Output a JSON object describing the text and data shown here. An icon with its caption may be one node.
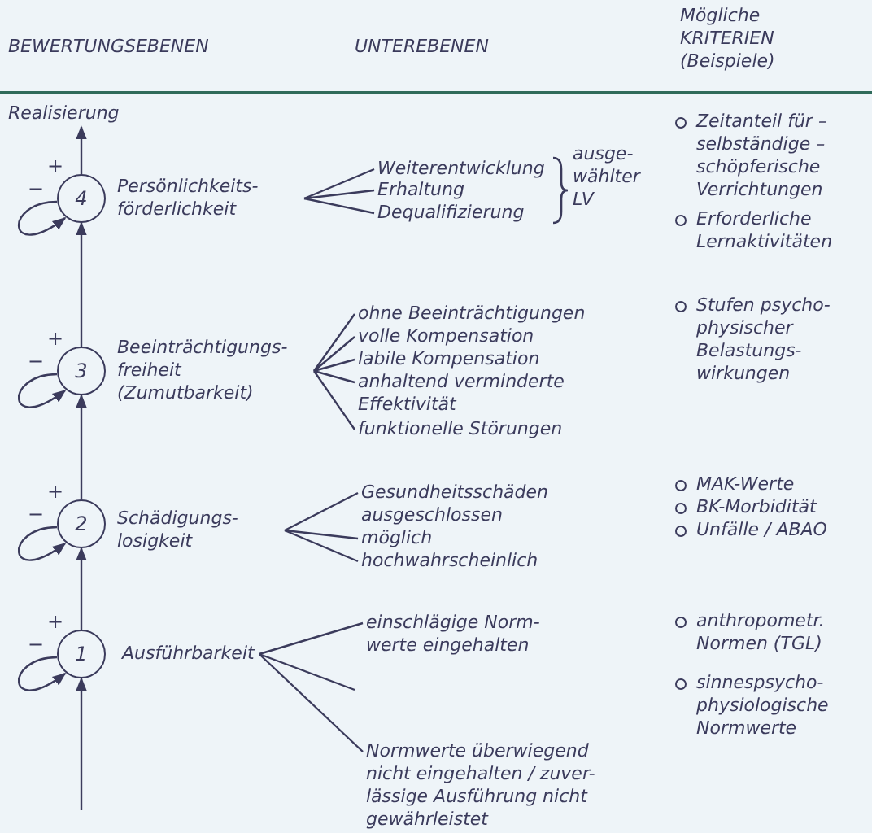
{
  "diagram": {
    "nodes": [
      {
        "text": [
          "Realisierung"
        ]
      },
      {
        "text": [
          "4"
        ]
      },
      {
        "text": [
          "Persönlichkeits- förderlichkeit"
        ]
      },
      {
        "text": [
          "Weiterentwicklung"
        ]
      },
      {
        "text": [
          "Erhaltung"
        ]
      },
      {
        "text": [
          "Dequalifizierung"
        ]
      },
      {
        "text": [
          "3"
        ]
      },
      {
        "text": [
          "Beeinträchtigungs- freiheit (Zumutbarkeit)"
        ]
      },
      {
        "text": [
          "ohne Beeinträchtigungen"
        ]
      },
      {
        "text": [
          "volle Kompensation"
        ]
      },
      {
        "text": [
          "labile Kompensation"
        ]
      },
      {
        "text": [
          "anhaltend verminderte Effektivität"
        ]
      },
      {
        "text": [
          "funktionelle Störungen"
        ]
      },
      {
        "text": [
          "2"
        ]
      },
      {
        "text": [
          "Schädigungs- losigkeit"
        ]
      },
      {
        "text": [
          "Gesundheitsschäden ausgeschlossen"
        ]
      },
      {
        "text": [
          "möglich"
        ]
      },
      {
        "text": [
          "hochwahrscheinlich"
        ]
      },
      {
        "text": [
          "1"
        ]
      },
      {
        "text": [
          "Ausführbarkeit"
        ]
      },
      {
        "text": [
          "einschlägige Norm- werte eingehalten"
        ]
      },
      {
        "text": [
          "Normwerte überwiegend nicht eingehalten / zuver- lässige Ausführung nicht gewährleistet"
        ]
      }
    ],
    "edges": [
      {
        "from": null,
        "to": 18,
        "arrow": "to"
      },
      {
        "from": 18,
        "to": 13,
        "arrow": "to"
      },
      {
        "from": 13,
        "to": 6,
        "arrow": "to"
      },
      {
        "from": 6,
        "to": 1,
        "arrow": "to"
      },
      {
        "from": 1,
        "to": 0,
        "arrow": "to"
      },
      {
        "from": 1,
        "to": 1,
        "arrow": "to"
      },
      {
        "from": 6,
        "to": 6,
        "arrow": "to"
      },
      {
        "from": 13,
        "to": 13,
        "arrow": "to"
      },
      {
        "from": 18,
        "to": 18,
        "arrow": "to"
      },
      {
        "from": 2,
        "to": 3,
        "arrow": "none"
      },
      {
        "from": 2,
        "to": 4,
        "arrow": "none"
      },
      {
        "from": 2,
        "to": 5,
        "arrow": "none"
      },
      {
        "from": 7,
        "to": 8,
        "arrow": "none"
      },
      {
        "from": 7,
        "to": 9,
        "arrow": "none"
      },
      {
        "from": 7,
        "to": 10,
        "arrow": "none"
      },
      {
        "from": 7,
        "to": 11,
        "arrow": "none"
      },
      {
        "from": 7,
        "to": 12,
        "arrow": "none"
      },
      {
        "from": 14,
        "to": 15,
        "arrow": "none"
      },
      {
        "from": 14,
        "to": 16,
        "arrow": "none"
      },
      {
        "from": 14,
        "to": 17,
        "arrow": "none"
      },
      {
        "from": 19,
        "to": 20,
        "arrow": "none"
      },
      {
        "from": 19,
        "to": null,
        "arrow": "none"
      },
      {
        "from": 19,
        "to": 21,
        "arrow": "none"
      }
    ],
    "labels": [
      "BEWERTUNGSEBENEN",
      "UNTEREBENEN",
      "Mögliche KRITERIEN (Beispiele)",
      "ausge- wählter LV",
      "Zeitanteil für – selbständige – schöpferische Verrichtungen",
      "Erforderliche Lernaktivitäten",
      "Stufen psycho- physischer Belastungs- wirkungen",
      "MAK-Werte",
      "BK-Morbidität",
      "Unfälle / ABAO",
      "anthropometr. Normen (TGL)",
      "sinnespsycho- physiologische Normwerte",
      "+",
      "−",
      "+",
      "−",
      "+",
      "−",
      "+",
      "−"
    ]
  }
}
